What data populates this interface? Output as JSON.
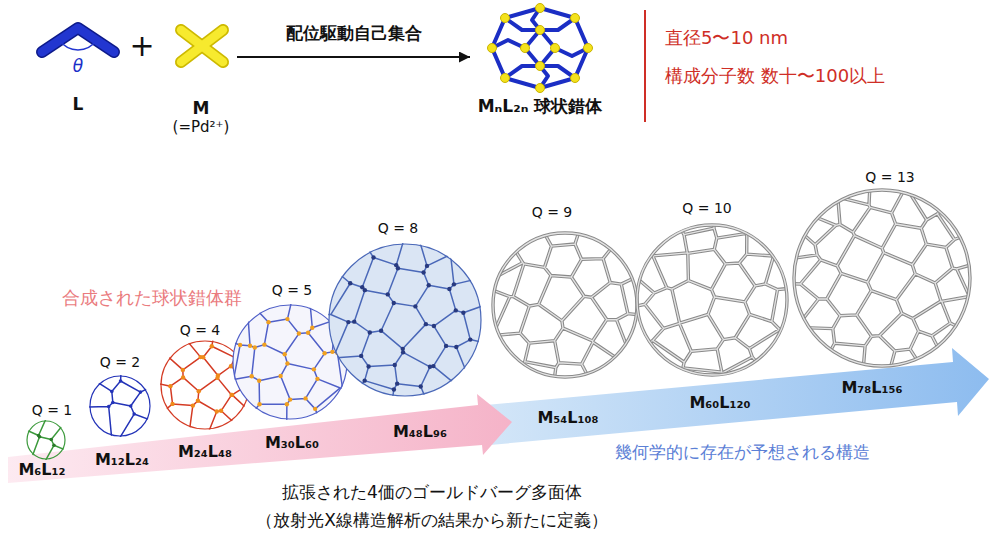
{
  "diagram": {
    "nodes": [
      {
        "text": [
          "L"
        ]
      },
      {
        "text": [
          "M",
          "(=Pd²⁺)"
        ]
      },
      {
        "text": [
          "MₙL₂ₙ 球状錯体"
        ]
      }
    ],
    "edges": [
      {
        "from": 1,
        "to": 2,
        "arrow": "to",
        "label": "配位駆動自己集合"
      }
    ],
    "labels": [
      "θ",
      "+",
      "直径5〜10 nm",
      "構成分子数 数十〜100以上",
      "合成された球状錯体群",
      "Q = 1",
      "M₆L₁₂",
      "Q = 2",
      "M₁₂L₂₄",
      "Q = 4",
      "M₂₄L₄₈",
      "Q = 5",
      "M₃₀L₆₀",
      "Q = 8",
      "M₄₈L₉₆",
      "Q = 9",
      "M₅₄L₁₀₈",
      "Q = 10",
      "M₆₀L₁₂₀",
      "Q = 13",
      "M₇₈L₁₅₆",
      "幾何学的に存在が予想される構造",
      "拡張された4価のゴールドバーグ多面体",
      "（放射光X線構造解析の結果から新たに定義）"
    ]
  }
}
